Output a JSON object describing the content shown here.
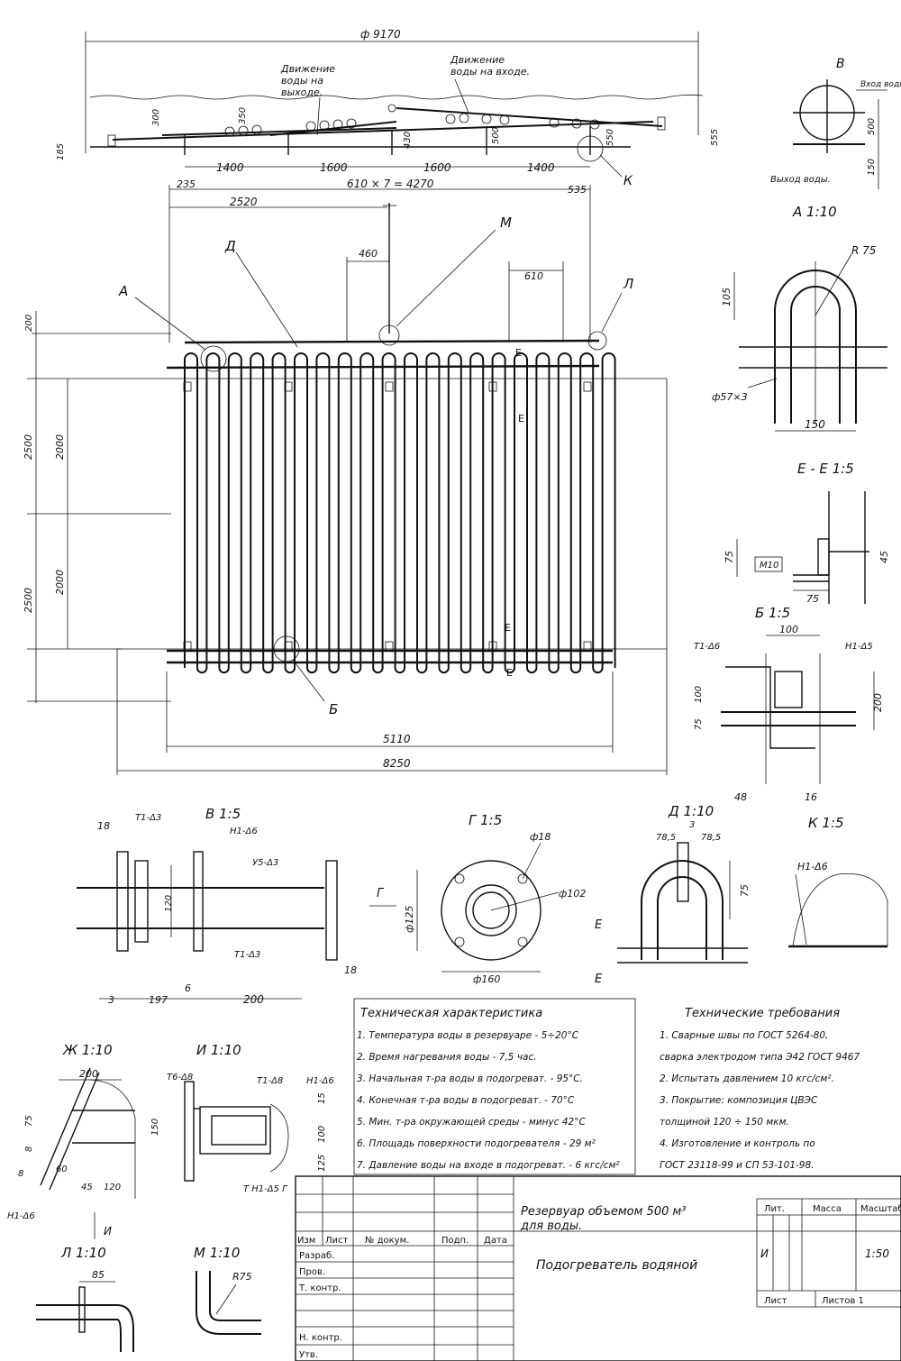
{
  "top_elevation": {
    "overall": "ф 9170",
    "flow_outlet": [
      "Движение",
      "воды на",
      "выходе."
    ],
    "flow_inlet": [
      "Движение",
      "воды на входе."
    ],
    "spans": [
      "1400",
      "1600",
      "1600",
      "1400"
    ],
    "heights": [
      "300",
      "350",
      "430",
      "500",
      "550",
      "555",
      "185"
    ],
    "callout_k": "К"
  },
  "plan": {
    "dims_top": [
      "235",
      "610 × 7 = 4270",
      "535",
      "2520",
      "460",
      "610"
    ],
    "dims_left": [
      "200",
      "2500",
      "2000",
      "2000",
      "2500"
    ],
    "dims_bottom": [
      "5110",
      "8250"
    ],
    "callouts": [
      "А",
      "Д",
      "М",
      "Л",
      "Б"
    ],
    "cut_e": "Е"
  },
  "view_b": {
    "label": "В",
    "inlet": "Вход воды",
    "outlet": "Выход воды.",
    "dims": [
      "500",
      "150"
    ]
  },
  "detail_a": {
    "title": "А 1:10",
    "dims": [
      "R 75",
      "105",
      "ф57×3",
      "150"
    ]
  },
  "section_ee": {
    "title": "Е - Е 1:5",
    "dims": [
      "75",
      "М10",
      "75",
      "45"
    ]
  },
  "detail_b6": {
    "title": "Б 1:5",
    "dims": [
      "100",
      "Т1-Δ6",
      "Н1-Δ5",
      "100",
      "75",
      "200",
      "48",
      "16"
    ]
  },
  "detail_v": {
    "title": "В 1:5",
    "dims": [
      "18",
      "Т1-Δ3",
      "Н1-Δ6",
      "У5-Δ3",
      "120",
      "Т1-Δ3",
      "18",
      "3",
      "197",
      "6",
      "200",
      "Г"
    ]
  },
  "detail_g": {
    "title": "Г 1:5",
    "dims": [
      "ф18",
      "ф102",
      "ф125",
      "ф160"
    ]
  },
  "detail_d": {
    "title": "Д 1:10",
    "dims": [
      "78,5",
      "3",
      "78,5",
      "75",
      "Е",
      "Е"
    ]
  },
  "detail_k": {
    "title": "К 1:5",
    "dims": [
      "Н1-Δ6"
    ]
  },
  "detail_zh": {
    "title": "Ж 1:10",
    "dims": [
      "200",
      "75",
      "8",
      "8",
      "60",
      "45",
      "120",
      "Н1-Δ6",
      "И"
    ]
  },
  "detail_i": {
    "title": "И 1:10",
    "dims": [
      "Т6-Δ8",
      "Т1-Δ8",
      "Н1-Δ6",
      "150",
      "15",
      "100",
      "125",
      "Т Н1-Δ5 Г"
    ]
  },
  "detail_l": {
    "title": "Л 1:10",
    "dims": [
      "85"
    ]
  },
  "detail_m": {
    "title": "М 1:10",
    "dims": [
      "R75"
    ]
  },
  "tech_char": {
    "title": "Техническая характеристика",
    "items": [
      "1. Температура воды в резервуаре - 5÷20°С",
      "2. Время нагревания воды - 7,5 час.",
      "3. Начальная т-ра воды в подогреват. - 95°С.",
      "4. Конечная т-ра воды в подогреват. - 70°С",
      "5. Мин. т-ра окружающей среды - минус 42°С",
      "6. Площадь поверхности подогревателя - 29 м²",
      "7. Давление воды на входе в подогреват. - 6 кгс/см²"
    ]
  },
  "tech_req": {
    "title": "Технические требования",
    "items": [
      "1. Сварные швы по ГОСТ 5264-80,",
      "сварка электродом типа Э42 ГОСТ 9467",
      "2. Испытать давлением 10 кгс/см².",
      "3. Покрытие: композиция ЦВЭС",
      "толщиной 120 ÷ 150 мкм.",
      "4. Изготовление и контроль по",
      "ГОСТ 23118-99 и СП 53-101-98."
    ]
  },
  "title_block": {
    "columns": [
      "Изм",
      "Лист",
      "№ докум.",
      "Подп.",
      "Дата"
    ],
    "rows": [
      "Разраб.",
      "Пров.",
      "Т. контр.",
      "",
      "Н. контр.",
      "Утв."
    ],
    "doc_title_1": "Резервуар объемом 500 м³",
    "doc_title_2": "для воды.",
    "doc_name": "Подогреватель водяной",
    "lit": "Лит.",
    "mass": "Масса",
    "scale_h": "Масштаб",
    "lit_val": "И",
    "scale_val": "1:50",
    "sheet": "Лист",
    "sheets": "Листов 1"
  }
}
